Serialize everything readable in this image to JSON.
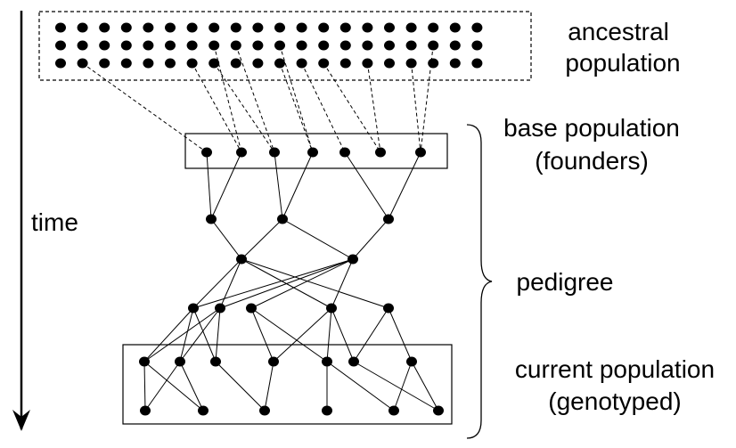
{
  "labels": {
    "ancestral_line1": "ancestral",
    "ancestral_line2": "population",
    "base_line1": "base population",
    "base_line2": "(founders)",
    "time": "time",
    "pedigree": "pedigree",
    "current_line1": "current population",
    "current_line2": "(genotyped)"
  },
  "ancestral_grid": {
    "rows": 3,
    "cols": 20
  },
  "colors": {
    "ink": "#000000",
    "background": "#ffffff"
  }
}
